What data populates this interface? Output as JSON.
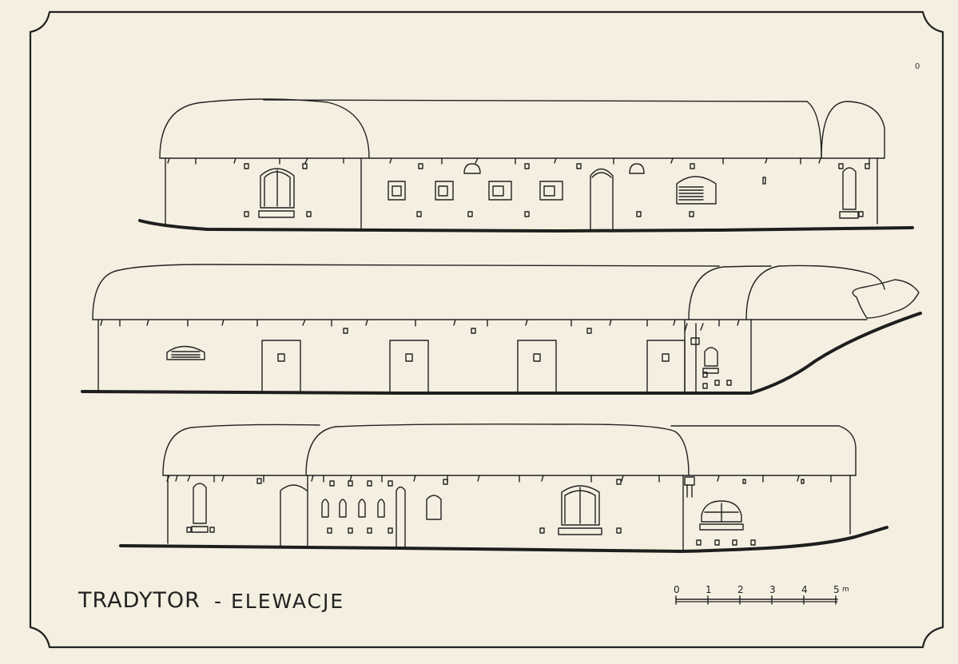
{
  "sheet": {
    "title": "TRADYTOR",
    "subtitle": "- ELEWACJE",
    "sheet_mark": "0"
  },
  "scale_bar": {
    "ticks": [
      "0",
      "1",
      "2",
      "3",
      "4",
      "5"
    ],
    "unit": "m"
  },
  "elevations": [
    {
      "name": "elevation-upper"
    },
    {
      "name": "elevation-middle"
    },
    {
      "name": "elevation-lower"
    }
  ],
  "colors": {
    "paper": "#f4efe0",
    "ink": "#222222",
    "ground": "#1e1e1e"
  }
}
